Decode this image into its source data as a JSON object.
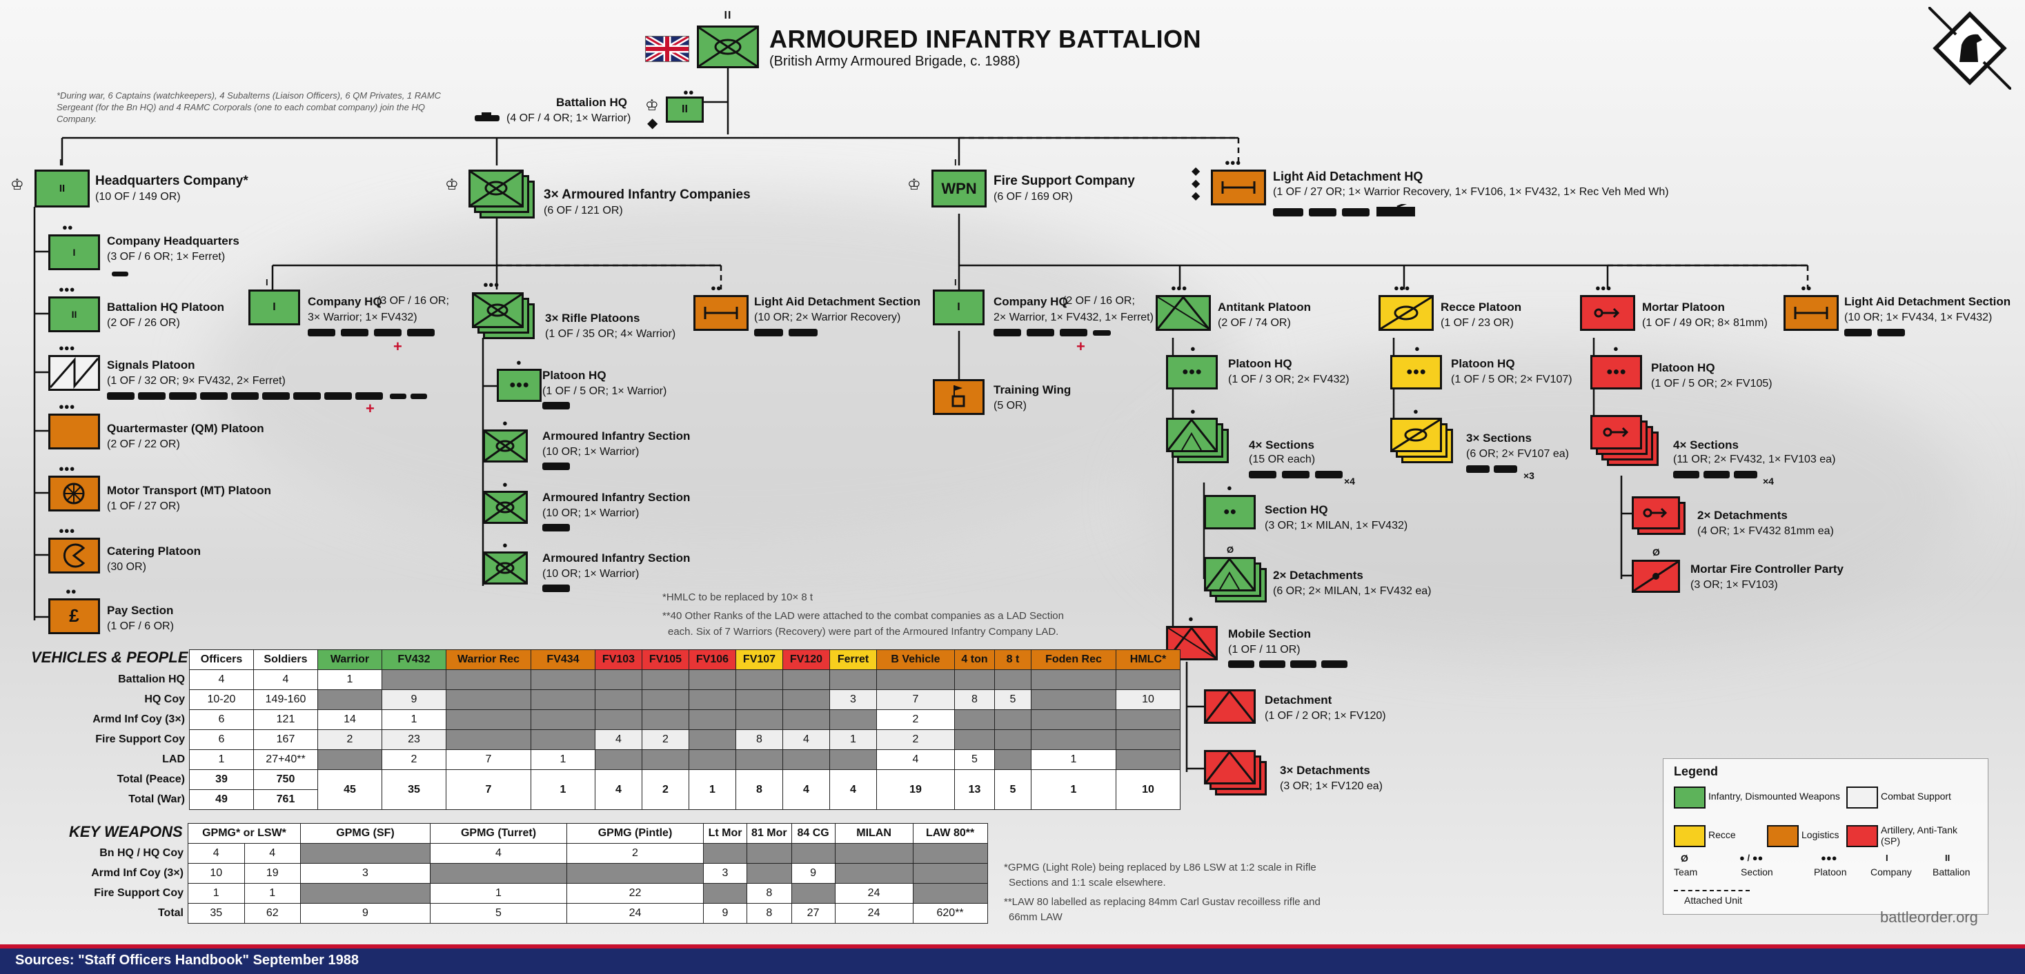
{
  "header": {
    "title": "ARMOURED INFANTRY BATTALION",
    "subtitle": "(British Army Armoured Brigade, c. 1988)",
    "echelon": "II"
  },
  "top_note": "*During war, 6 Captains (watchkeepers), 4 Subalterns (Liaison Officers), 6 QM Privates, 1 RAMC Sergeant (for the Bn HQ) and 4 RAMC Corporals (one to each combat company) join the HQ Company.",
  "bn_hq": {
    "label": "Battalion HQ",
    "detail": "(4 OF / 4 OR; 1× Warrior)"
  },
  "hq_coy": {
    "label": "Headquarters Company*",
    "detail": "(10 OF / 149 OR)",
    "children": [
      {
        "label": "Company Headquarters",
        "detail": "(3 OF / 6 OR; 1× Ferret)",
        "symbol": "I"
      },
      {
        "label": "Battalion HQ Platoon",
        "detail": "(2 OF / 26 OR)",
        "symbol": "II"
      },
      {
        "label": "Signals Platoon",
        "detail": "(1 OF / 32 OR; 9× FV432, 2× Ferret)"
      },
      {
        "label": "Quartermaster (QM) Platoon",
        "detail": "(2 OF / 22 OR)"
      },
      {
        "label": "Motor Transport (MT) Platoon",
        "detail": "(1 OF / 27 OR)"
      },
      {
        "label": "Catering Platoon",
        "detail": "(30 OR)"
      },
      {
        "label": "Pay Section",
        "detail": "(1 OF / 6 OR)"
      }
    ]
  },
  "inf_coys": {
    "label": "3× Armoured Infantry Companies",
    "detail": "(6 OF / 121 OR)",
    "coy_hq": {
      "label": "Company HQ",
      "detail1": "(3 OF / 16 OR;",
      "detail2": "3× Warrior; 1× FV432)"
    },
    "rifle_pl": {
      "label": "3× Rifle Platoons",
      "detail": "(1 OF / 35 OR; 4× Warrior)"
    },
    "pl_hq": {
      "label": "Platoon HQ",
      "detail": "(1 OF / 5 OR; 1× Warrior)"
    },
    "sections": [
      {
        "label": "Armoured Infantry Section",
        "detail": "(10 OR; 1× Warrior)"
      },
      {
        "label": "Armoured Infantry Section",
        "detail": "(10 OR; 1× Warrior)"
      },
      {
        "label": "Armoured Infantry Section",
        "detail": "(10 OR; 1× Warrior)"
      }
    ],
    "lad_sec": {
      "label": "Light Aid Detachment Section",
      "detail": "(10 OR; 2× Warrior Recovery)"
    }
  },
  "fsc": {
    "label": "Fire Support Company",
    "detail": "(6 OF / 169 OR)",
    "symbol": "WPN",
    "coy_hq": {
      "label": "Company HQ",
      "detail1": "(2 OF / 16 OR;",
      "detail2": "2× Warrior, 1× FV432, 1× Ferret)"
    },
    "training": {
      "label": "Training Wing",
      "detail": "(5 OR)"
    },
    "at": {
      "label": "Antitank Platoon",
      "detail": "(2 OF / 74 OR)",
      "pl_hq": {
        "label": "Platoon HQ",
        "detail": "(1 OF / 3 OR; 2× FV432)"
      },
      "sections": {
        "label": "4× Sections",
        "detail": "(15 OR each)",
        "mult": "×4"
      },
      "sec_hq": {
        "label": "Section HQ",
        "detail": "(3 OR; 1× MILAN, 1× FV432)"
      },
      "dets": {
        "label": "2× Detachments",
        "detail": "(6 OR; 2× MILAN, 1× FV432 ea)"
      },
      "mobile": {
        "label": "Mobile Section",
        "detail": "(1 OF / 11 OR)"
      },
      "det": {
        "label": "Detachment",
        "detail": "(1 OF / 2 OR; 1× FV120)"
      },
      "dets3": {
        "label": "3× Detachments",
        "detail": "(3 OR; 1× FV120 ea)"
      }
    },
    "recce": {
      "label": "Recce Platoon",
      "detail": "(1 OF / 23 OR)",
      "pl_hq": {
        "label": "Platoon HQ",
        "detail": "(1 OF / 5 OR; 2× FV107)"
      },
      "sections": {
        "label": "3× Sections",
        "detail": "(6 OR; 2× FV107 ea)",
        "mult": "×3"
      }
    },
    "mortar": {
      "label": "Mortar Platoon",
      "detail": "(1 OF / 49 OR; 8× 81mm)",
      "pl_hq": {
        "label": "Platoon HQ",
        "detail": "(1 OF / 5 OR; 2× FV105)"
      },
      "sections": {
        "label": "4× Sections",
        "detail": "(11 OR; 2× FV432, 1× FV103 ea)",
        "mult": "×4"
      },
      "dets": {
        "label": "2× Detachments",
        "detail": "(4 OR; 1× FV432 81mm ea)"
      },
      "mfc": {
        "label": "Mortar Fire Controller Party",
        "detail": "(3 OR; 1× FV103)"
      }
    },
    "lad_sec": {
      "label": "Light Aid Detachment Section",
      "detail": "(10 OR; 1× FV434, 1× FV432)"
    }
  },
  "lad_hq": {
    "label": "Light Aid Detachment HQ",
    "detail": "(1 OF / 27 OR; 1× Warrior Recovery, 1× FV106, 1× FV432, 1× Rec Veh Med Wh)"
  },
  "mid_notes": [
    "*HMLC to be replaced by 10× 8 t",
    "**40 Other Ranks of the LAD were attached to the combat companies as a LAD Section",
    "each. Six of 7 Warriors (Recovery) were part of the Armoured Infantry Company LAD."
  ],
  "vehicles_table": {
    "title": "VEHICLES & PEOPLE",
    "headers": [
      "Officers",
      "Soldiers",
      "Warrior",
      "FV432",
      "Warrior Rec",
      "FV434",
      "FV103",
      "FV105",
      "FV106",
      "FV107",
      "FV120",
      "Ferret",
      "B Vehicle",
      "4 ton",
      "8 t",
      "Foden Rec",
      "HMLC*"
    ],
    "rows": [
      {
        "name": "Battalion HQ",
        "cells": [
          "4",
          "4",
          "1",
          "",
          "",
          "",
          "",
          "",
          "",
          "",
          "",
          "",
          "",
          "",
          "",
          "",
          ""
        ]
      },
      {
        "name": "HQ Coy",
        "cells": [
          "10-20",
          "149-160",
          "",
          "9",
          "",
          "",
          "",
          "",
          "",
          "",
          "",
          "3",
          "7",
          "8",
          "5",
          "",
          "10"
        ]
      },
      {
        "name": "Armd Inf Coy (3×)",
        "cells": [
          "6",
          "121",
          "14",
          "1",
          "",
          "",
          "",
          "",
          "",
          "",
          "",
          "",
          "2",
          "",
          "",
          "",
          ""
        ]
      },
      {
        "name": "Fire Support Coy",
        "cells": [
          "6",
          "167",
          "2",
          "23",
          "",
          "",
          "4",
          "2",
          "",
          "8",
          "4",
          "1",
          "2",
          "",
          "",
          "",
          ""
        ]
      },
      {
        "name": "LAD",
        "cells": [
          "1",
          "27+40**",
          "",
          "2",
          "7",
          "1",
          "",
          "",
          "",
          "",
          "",
          "",
          "4",
          "5",
          "",
          "1",
          ""
        ]
      }
    ],
    "total_peace": {
      "name": "Total (Peace)",
      "officers": "39",
      "soldiers": "750"
    },
    "total_war": {
      "name": "Total (War)",
      "officers": "49",
      "soldiers": "761"
    },
    "totals": [
      "45",
      "35",
      "7",
      "1",
      "4",
      "2",
      "1",
      "8",
      "4",
      "4",
      "19",
      "13",
      "5",
      "1",
      "10"
    ]
  },
  "weapons_table": {
    "title": "KEY WEAPONS",
    "headers": [
      "GPMG* or LSW*",
      "GPMG (SF)",
      "GPMG (Turret)",
      "GPMG (Pintle)",
      "Lt Mor",
      "81 Mor",
      "84 CG",
      "MILAN",
      "LAW 80**"
    ],
    "rows": [
      {
        "name": "Bn HQ / HQ Coy",
        "cells": [
          "4",
          "4",
          "",
          "4",
          "2",
          "",
          "",
          "",
          "",
          ""
        ]
      },
      {
        "name": "Armd Inf Coy (3×)",
        "cells": [
          "10",
          "19",
          "3",
          "",
          "",
          "3",
          "",
          "9",
          "",
          ""
        ]
      },
      {
        "name": "Fire Support Coy",
        "cells": [
          "1",
          "1",
          "",
          "1",
          "22",
          "",
          "8",
          "",
          "24",
          ""
        ]
      },
      {
        "name": "Total",
        "cells": [
          "35",
          "62",
          "9",
          "5",
          "24",
          "9",
          "8",
          "27",
          "24",
          "620**"
        ]
      }
    ]
  },
  "weapon_notes": [
    "*GPMG (Light Role) being replaced by L86 LSW at 1:2 scale in Rifle",
    "Sections and 1:1 scale elsewhere.",
    "**LAW 80 labelled as replacing 84mm Carl Gustav recoilless rifle and",
    "66mm LAW"
  ],
  "legend": {
    "title": "Legend",
    "items": [
      {
        "label": "Infantry, Dismounted Weapons",
        "color": "#5db35a"
      },
      {
        "label": "Combat Support",
        "color": "#f2f2f2"
      },
      {
        "label": "Recce",
        "color": "#f7cf1e"
      },
      {
        "label": "Logistics",
        "color": "#d9780f"
      },
      {
        "label": "Artillery, Anti-Tank (SP)",
        "color": "#e83535"
      }
    ],
    "echelons": [
      "Team",
      "Section",
      "Platoon",
      "Company",
      "Battalion"
    ],
    "attached": "Attached Unit"
  },
  "brand": "battleorder.org",
  "sources": "Sources: \"Staff Officers Handbook\" September 1988"
}
